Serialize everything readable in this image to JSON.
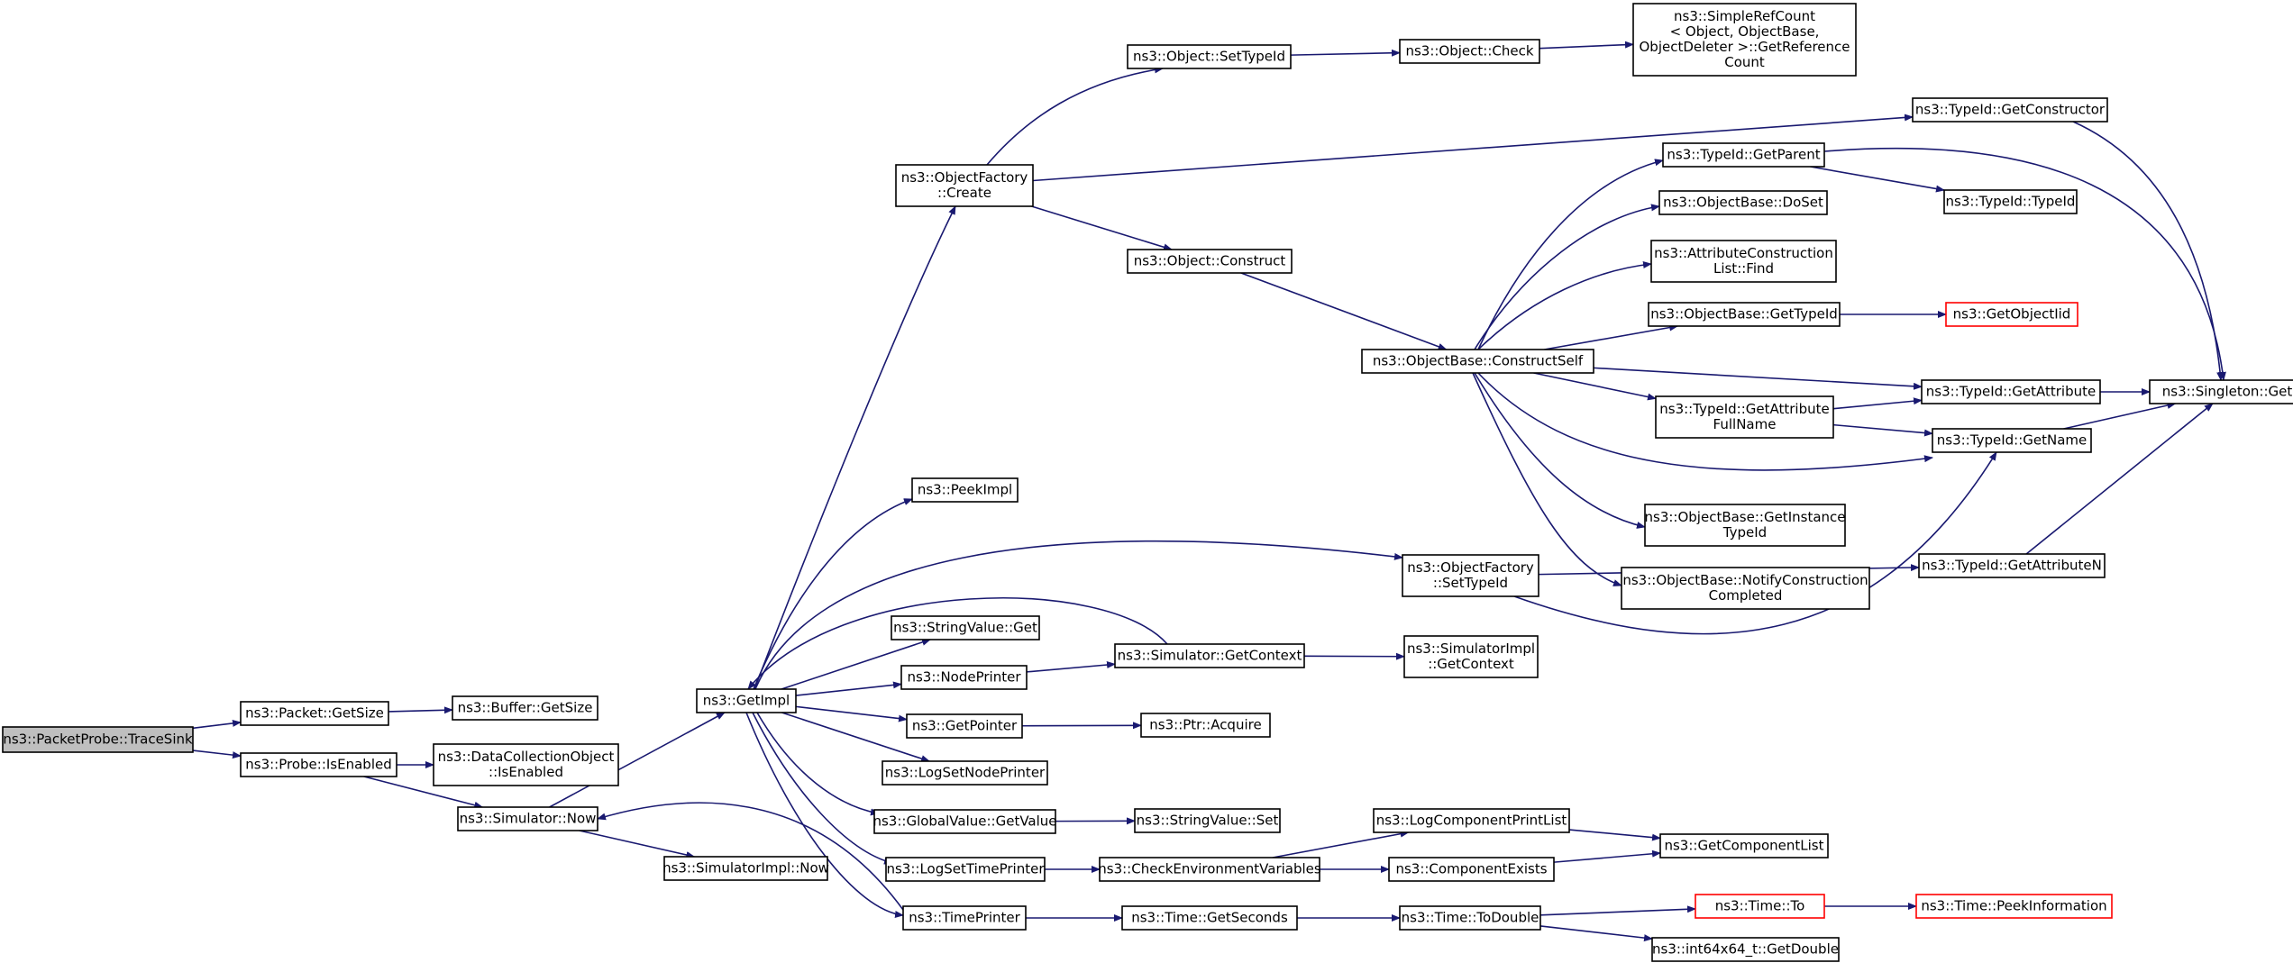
{
  "colors": {
    "edge": "#191970",
    "node_border": "#000000",
    "node_fill": "#ffffff",
    "root_fill": "#bfbfbf",
    "external_border": "#ff0000"
  },
  "nodes": [
    {
      "id": "n0",
      "lines": [
        "ns3::PacketProbe::TraceSink"
      ],
      "kind": "root"
    },
    {
      "id": "n1",
      "lines": [
        "ns3::Packet::GetSize"
      ],
      "kind": "normal"
    },
    {
      "id": "n2",
      "lines": [
        "ns3::Buffer::GetSize"
      ],
      "kind": "normal"
    },
    {
      "id": "n3",
      "lines": [
        "ns3::Probe::IsEnabled"
      ],
      "kind": "normal"
    },
    {
      "id": "n4",
      "lines": [
        "ns3::DataCollectionObject",
        "::IsEnabled"
      ],
      "kind": "normal"
    },
    {
      "id": "n5",
      "lines": [
        "ns3::Simulator::Now"
      ],
      "kind": "normal"
    },
    {
      "id": "n6",
      "lines": [
        "ns3::GetImpl"
      ],
      "kind": "normal"
    },
    {
      "id": "n7",
      "lines": [
        "ns3::SimulatorImpl::Now"
      ],
      "kind": "normal"
    },
    {
      "id": "n8",
      "lines": [
        "ns3::ObjectFactory",
        "::Create"
      ],
      "kind": "normal"
    },
    {
      "id": "n9",
      "lines": [
        "ns3::PeekImpl"
      ],
      "kind": "normal"
    },
    {
      "id": "n10",
      "lines": [
        "ns3::StringValue::Get"
      ],
      "kind": "normal"
    },
    {
      "id": "n11",
      "lines": [
        "ns3::NodePrinter"
      ],
      "kind": "normal"
    },
    {
      "id": "n12",
      "lines": [
        "ns3::GetPointer"
      ],
      "kind": "normal"
    },
    {
      "id": "n13",
      "lines": [
        "ns3::LogSetNodePrinter"
      ],
      "kind": "normal"
    },
    {
      "id": "n14",
      "lines": [
        "ns3::GlobalValue::GetValue"
      ],
      "kind": "normal"
    },
    {
      "id": "n15",
      "lines": [
        "ns3::LogSetTimePrinter"
      ],
      "kind": "normal"
    },
    {
      "id": "n16",
      "lines": [
        "ns3::TimePrinter"
      ],
      "kind": "normal"
    },
    {
      "id": "n17",
      "lines": [
        "ns3::Object::SetTypeId"
      ],
      "kind": "normal"
    },
    {
      "id": "n18",
      "lines": [
        "ns3::Object::Construct"
      ],
      "kind": "normal"
    },
    {
      "id": "n19",
      "lines": [
        "ns3::ObjectFactory",
        "::SetTypeId"
      ],
      "kind": "normal"
    },
    {
      "id": "n20",
      "lines": [
        "ns3::Simulator::GetContext"
      ],
      "kind": "normal"
    },
    {
      "id": "n21",
      "lines": [
        "ns3::Ptr::Acquire"
      ],
      "kind": "normal"
    },
    {
      "id": "n22",
      "lines": [
        "ns3::StringValue::Set"
      ],
      "kind": "normal"
    },
    {
      "id": "n23",
      "lines": [
        "ns3::CheckEnvironmentVariables"
      ],
      "kind": "normal"
    },
    {
      "id": "n24",
      "lines": [
        "ns3::Time::GetSeconds"
      ],
      "kind": "normal"
    },
    {
      "id": "n25",
      "lines": [
        "ns3::Object::Check"
      ],
      "kind": "normal"
    },
    {
      "id": "n26",
      "lines": [
        "ns3::ObjectBase::ConstructSelf"
      ],
      "kind": "normal"
    },
    {
      "id": "n27",
      "lines": [
        "ns3::SimulatorImpl",
        "::GetContext"
      ],
      "kind": "normal"
    },
    {
      "id": "n28",
      "lines": [
        "ns3::LogComponentPrintList"
      ],
      "kind": "normal"
    },
    {
      "id": "n29",
      "lines": [
        "ns3::ComponentExists"
      ],
      "kind": "normal"
    },
    {
      "id": "n30",
      "lines": [
        "ns3::Time::ToDouble"
      ],
      "kind": "normal"
    },
    {
      "id": "n31",
      "lines": [
        "ns3::SimpleRefCount",
        "< Object, ObjectBase,",
        " ObjectDeleter >::GetReference",
        "Count"
      ],
      "kind": "normal"
    },
    {
      "id": "n32",
      "lines": [
        "ns3::TypeId::GetParent"
      ],
      "kind": "normal"
    },
    {
      "id": "n33",
      "lines": [
        "ns3::ObjectBase::DoSet"
      ],
      "kind": "normal"
    },
    {
      "id": "n34",
      "lines": [
        "ns3::AttributeConstruction",
        "List::Find"
      ],
      "kind": "normal"
    },
    {
      "id": "n35",
      "lines": [
        "ns3::ObjectBase::GetTypeId"
      ],
      "kind": "normal"
    },
    {
      "id": "n36",
      "lines": [
        "ns3::TypeId::GetAttribute",
        "FullName"
      ],
      "kind": "normal"
    },
    {
      "id": "n37",
      "lines": [
        "ns3::ObjectBase::GetInstance",
        "TypeId"
      ],
      "kind": "normal"
    },
    {
      "id": "n38",
      "lines": [
        "ns3::ObjectBase::NotifyConstruction",
        "Completed"
      ],
      "kind": "normal"
    },
    {
      "id": "n39",
      "lines": [
        "ns3::GetComponentList"
      ],
      "kind": "normal"
    },
    {
      "id": "n40",
      "lines": [
        "ns3::Time::To"
      ],
      "kind": "external"
    },
    {
      "id": "n41",
      "lines": [
        "ns3::int64x64_t::GetDouble"
      ],
      "kind": "normal"
    },
    {
      "id": "n42",
      "lines": [
        "ns3::TypeId::GetConstructor"
      ],
      "kind": "normal"
    },
    {
      "id": "n43",
      "lines": [
        "ns3::TypeId::TypeId"
      ],
      "kind": "normal"
    },
    {
      "id": "n44",
      "lines": [
        "ns3::GetObjectIid"
      ],
      "kind": "external"
    },
    {
      "id": "n45",
      "lines": [
        "ns3::TypeId::GetAttribute"
      ],
      "kind": "normal"
    },
    {
      "id": "n46",
      "lines": [
        "ns3::TypeId::GetName"
      ],
      "kind": "normal"
    },
    {
      "id": "n47",
      "lines": [
        "ns3::TypeId::GetAttributeN"
      ],
      "kind": "normal"
    },
    {
      "id": "n48",
      "lines": [
        "ns3::Time::PeekInformation"
      ],
      "kind": "external"
    },
    {
      "id": "n49",
      "lines": [
        "ns3::Singleton::Get"
      ],
      "kind": "normal"
    }
  ],
  "edges": [
    [
      "n0",
      "n1"
    ],
    [
      "n0",
      "n3"
    ],
    [
      "n1",
      "n2"
    ],
    [
      "n3",
      "n4"
    ],
    [
      "n3",
      "n5"
    ],
    [
      "n5",
      "n6"
    ],
    [
      "n5",
      "n7"
    ],
    [
      "n6",
      "n8"
    ],
    [
      "n6",
      "n9"
    ],
    [
      "n6",
      "n10"
    ],
    [
      "n6",
      "n11"
    ],
    [
      "n6",
      "n12"
    ],
    [
      "n6",
      "n13"
    ],
    [
      "n6",
      "n14"
    ],
    [
      "n6",
      "n15"
    ],
    [
      "n6",
      "n16"
    ],
    [
      "n6",
      "n19"
    ],
    [
      "n20",
      "n6"
    ],
    [
      "n16",
      "n5"
    ],
    [
      "n8",
      "n17"
    ],
    [
      "n8",
      "n18"
    ],
    [
      "n8",
      "n42"
    ],
    [
      "n17",
      "n25"
    ],
    [
      "n25",
      "n31"
    ],
    [
      "n18",
      "n26"
    ],
    [
      "n26",
      "n32"
    ],
    [
      "n26",
      "n33"
    ],
    [
      "n26",
      "n34"
    ],
    [
      "n26",
      "n35"
    ],
    [
      "n26",
      "n45"
    ],
    [
      "n26",
      "n36"
    ],
    [
      "n26",
      "n46"
    ],
    [
      "n26",
      "n37"
    ],
    [
      "n26",
      "n38"
    ],
    [
      "n32",
      "n43"
    ],
    [
      "n32",
      "n49"
    ],
    [
      "n35",
      "n44"
    ],
    [
      "n45",
      "n49"
    ],
    [
      "n36",
      "n45"
    ],
    [
      "n36",
      "n46"
    ],
    [
      "n46",
      "n49"
    ],
    [
      "n47",
      "n49"
    ],
    [
      "n42",
      "n49"
    ],
    [
      "n19",
      "n46"
    ],
    [
      "n19",
      "n47"
    ],
    [
      "n11",
      "n20"
    ],
    [
      "n20",
      "n27"
    ],
    [
      "n12",
      "n21"
    ],
    [
      "n14",
      "n22"
    ],
    [
      "n15",
      "n23"
    ],
    [
      "n23",
      "n28"
    ],
    [
      "n23",
      "n29"
    ],
    [
      "n28",
      "n39"
    ],
    [
      "n29",
      "n39"
    ],
    [
      "n16",
      "n24"
    ],
    [
      "n24",
      "n30"
    ],
    [
      "n30",
      "n40"
    ],
    [
      "n30",
      "n41"
    ],
    [
      "n40",
      "n48"
    ]
  ]
}
